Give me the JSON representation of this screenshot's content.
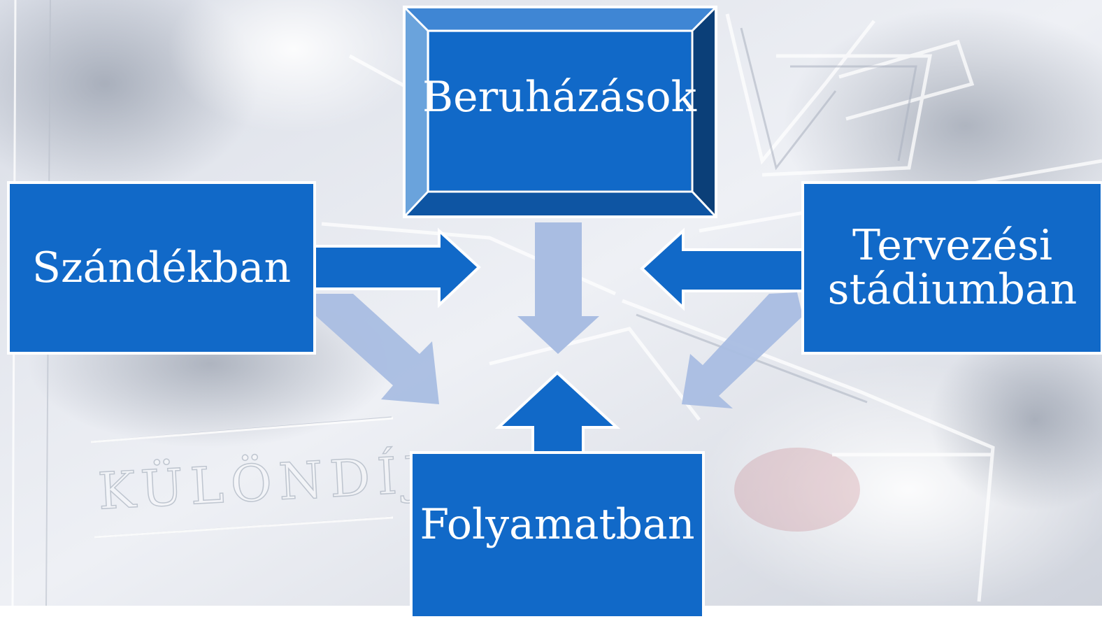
{
  "diagram": {
    "center": "Beruházások",
    "left": "Szándékban",
    "right_line1": "Tervezési",
    "right_line2": "stádiumban",
    "bottom": "Folyamatban"
  },
  "background": {
    "watermark_text": "KÜLÖNDÍJ"
  },
  "colors": {
    "box_fill": "#1169c8",
    "box_border": "#ffffff",
    "arrow_light": "#a9bde2",
    "bevel_light": "#6aa3dc",
    "bevel_dark": "#0b3f78"
  }
}
